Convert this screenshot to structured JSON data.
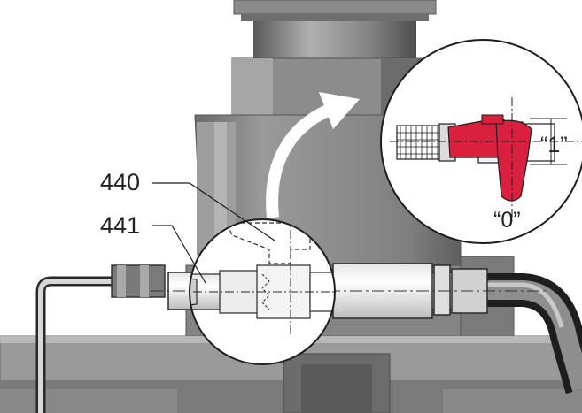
{
  "callouts": {
    "part_440": "440",
    "part_441": "441"
  },
  "detail": {
    "position_open": "“1”",
    "position_closed": "“0”"
  },
  "colors": {
    "handle_red": "#d9213f",
    "background": "#ffffff",
    "body_gray": "#7d7d7d",
    "line_dark": "#1e1e1e"
  },
  "icons": [
    "curved-arrow-icon"
  ]
}
